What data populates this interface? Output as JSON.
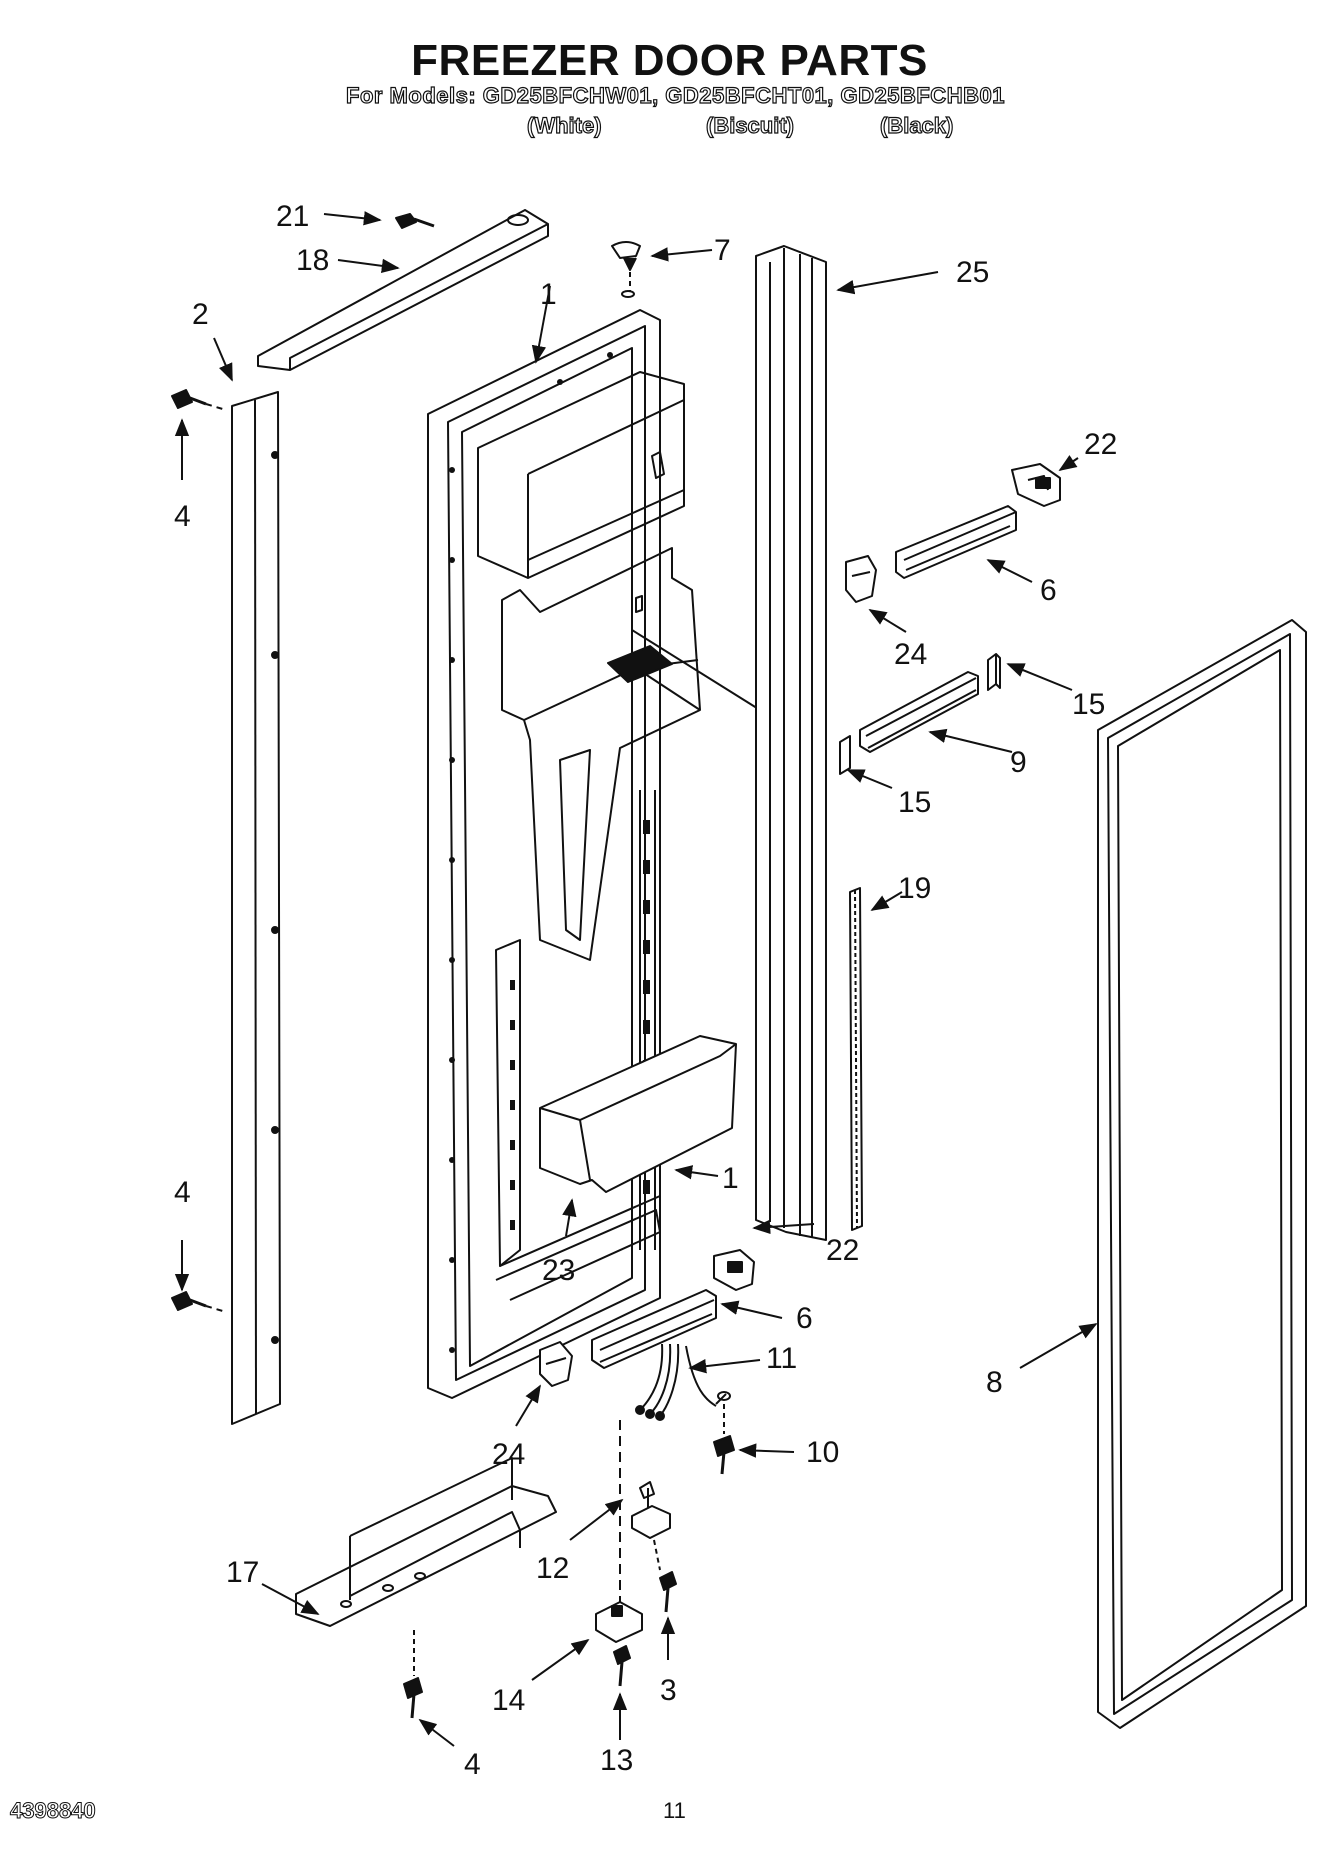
{
  "header": {
    "title": "FREEZER DOOR PARTS",
    "models_line": "For Models: GD25BFCHW01, GD25BFCHT01, GD25BFCHB01",
    "variants": [
      "(White)",
      "(Biscuit)",
      "(Black)"
    ]
  },
  "callouts": {
    "c21": "21",
    "c18": "18",
    "c2": "2",
    "c1a": "1",
    "c7": "7",
    "c25": "25",
    "c4a": "4",
    "c22a": "22",
    "c6a": "6",
    "c24a": "24",
    "c15a": "15",
    "c9": "9",
    "c15b": "15",
    "c19": "19",
    "c4b": "4",
    "c1b": "1",
    "c22b": "22",
    "c23": "23",
    "c6b": "6",
    "c11": "11",
    "c8": "8",
    "c10": "10",
    "c24b": "24",
    "c17": "17",
    "c12": "12",
    "c14": "14",
    "c3": "3",
    "c4c": "4",
    "c13": "13"
  },
  "footer": {
    "doc_number": "4398840",
    "page_number": "11"
  }
}
